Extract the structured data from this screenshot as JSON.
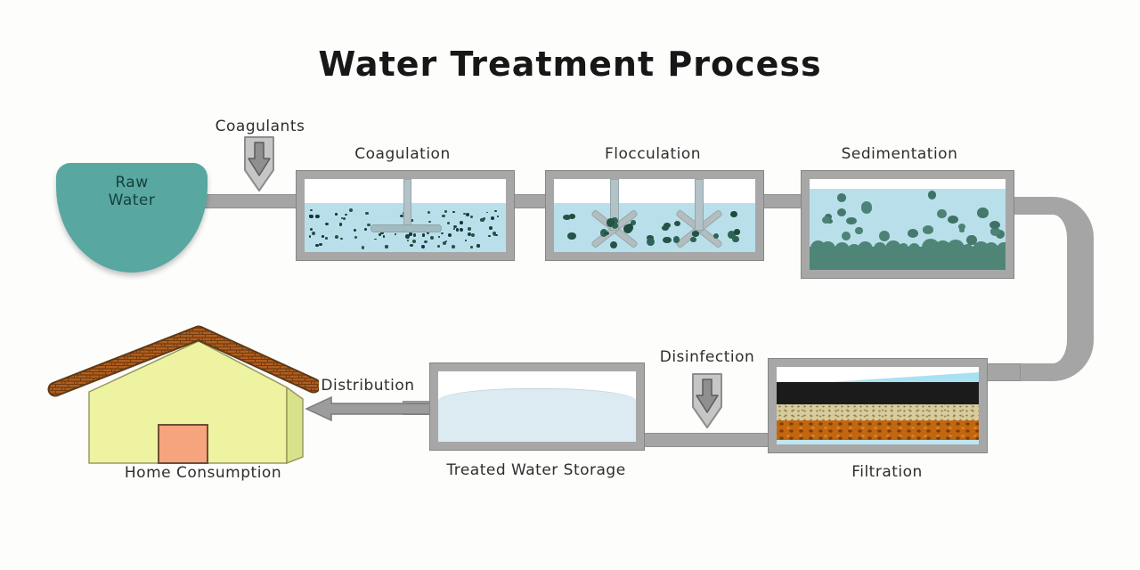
{
  "title": "Water Treatment Process",
  "labels": {
    "raw_water": "Raw Water",
    "coagulants": "Coagulants",
    "coagulation": "Coagulation",
    "flocculation": "Flocculation",
    "sedimentation": "Sedimentation",
    "disinfection": "Disinfection",
    "filtration": "Filtration",
    "treated_water_storage": "Treated Water Storage",
    "distribution": "Distribution",
    "home_consumption": "Home Consumption"
  },
  "flow_order": [
    "Raw Water",
    "Coagulation",
    "Flocculation",
    "Sedimentation",
    "Filtration",
    "Treated Water Storage",
    "Distribution",
    "Home Consumption"
  ],
  "additive_inputs": [
    {
      "label": "Coagulants",
      "added_before": "Coagulation"
    },
    {
      "label": "Disinfection",
      "added_before": "Treated Water Storage"
    }
  ],
  "colors": {
    "raw_water": "#58a7a1",
    "tank_water": "#b9e0ea",
    "pipe": "#a5a5a5",
    "sediment": "#4e8577",
    "carbon": "#1b1b1b",
    "sand": "#d6cc9e",
    "gravel": "#c2660f",
    "treated_water": "#dcebf1",
    "house_wall": "#eef3a2",
    "house_side": "#d8e28b",
    "house_roof": "#b25e1e",
    "house_door": "#f6a47d"
  }
}
